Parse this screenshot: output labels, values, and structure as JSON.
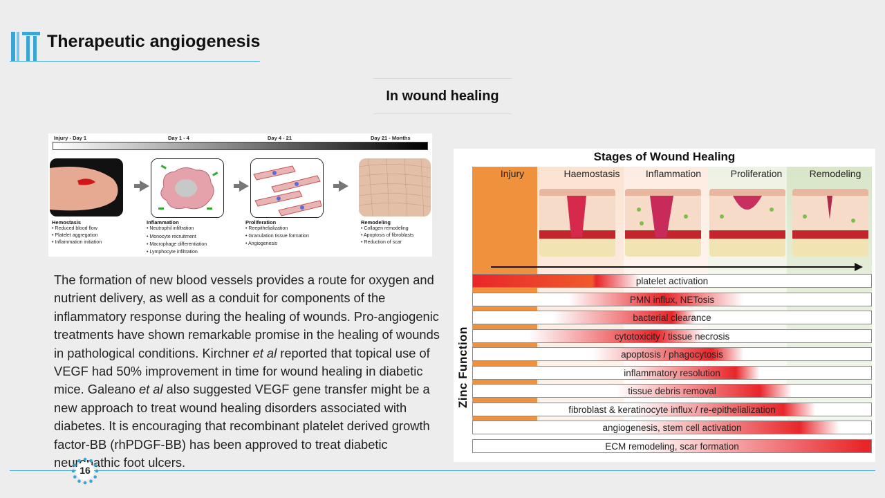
{
  "slide": {
    "title": "Therapeutic angiogenesis",
    "subtitle": "In wound healing",
    "page_number": "16"
  },
  "figure_left": {
    "days": [
      "Injury - Day 1",
      "Day 1 - 4",
      "Day 4 - 21",
      "Day 21 - Months"
    ],
    "columns": [
      {
        "title": "Hemostasis",
        "items": [
          "• Reduced blood flow",
          "• Platelet aggregation",
          "• Inflammation initiation"
        ]
      },
      {
        "title": "Inflammation",
        "items": [
          "• Neutrophil infiltration",
          "• Monocyte recruitment",
          "• Macrophage differentiation",
          "• Lymphocyte infiltration"
        ]
      },
      {
        "title": "Proliferation",
        "items": [
          "• Reepithelialization",
          "• Granulation tissue formation",
          "• Angiogenesis"
        ]
      },
      {
        "title": "Remodeling",
        "items": [
          "• Collagen remodeling",
          "• Apoptosis of fibroblasts",
          "• Reduction of scar"
        ]
      }
    ]
  },
  "paragraph": {
    "p1": "The formation of new blood vessels provides a route for oxygen and nutrient delivery, as well as a conduit for components of the inflammatory response during the healing of wounds. Pro-angiogenic treatments have shown remarkable promise in the healing of wounds in pathological conditions. Kirchner ",
    "em1": "et al",
    "p2": " reported that topical use of VEGF had 50% improvement in time for wound healing in diabetic mice. Galeano ",
    "em2": "et al",
    "p3": " also suggested VEGF gene transfer might be a new approach to treat wound healing disorders associated with diabetes. It is encouraging that recombinant platelet derived growth factor-BB (rhPDGF-BB) has been approved to treat diabetic neuropathic foot ulcers."
  },
  "figure_right": {
    "title": "Stages of Wound Healing",
    "stages": [
      "Injury",
      "Haemostasis",
      "Inflammation",
      "Proliferation",
      "Remodeling"
    ],
    "axis_label": "Zinc  Function",
    "bars": [
      "platelet activation",
      "PMN influx, NETosis",
      "bacterial clearance",
      "cytotoxicity / tissue necrosis",
      "apoptosis / phagocytosis",
      "inflammatory resolution",
      "tissue debris removal",
      "fibroblast & keratinocyte influx / re-epithelialization",
      "angiogenesis, stem cell activation",
      "ECM remodeling, scar formation"
    ]
  },
  "colors": {
    "accent": "#3aa4d4",
    "injury": "#f0913e",
    "bar_red": "#e8262a"
  }
}
